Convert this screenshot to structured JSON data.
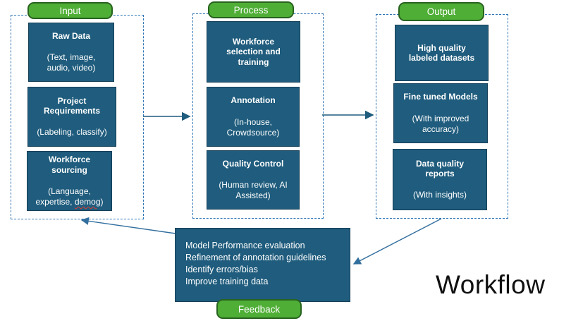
{
  "page": {
    "title": "Workflow"
  },
  "colors": {
    "box_teal": "#1F5C7D",
    "button_green": "#4FAE36",
    "button_border": "#286320",
    "dashed_border": "#2E74B5",
    "arrow_horizontal": "#1F5C7D",
    "arrow_diagonal": "#336F9E"
  },
  "columns": [
    {
      "label": "Input",
      "boxes": [
        {
          "title": "Raw Data",
          "subtitle": "(Text, image,\naudio, video)"
        },
        {
          "title": "Project\nRequirements",
          "subtitle": "(Labeling, classify)"
        },
        {
          "title": "Workforce\nsourcing",
          "subtitle_before": "(Language,\nexpertise, ",
          "subtitle_word": "demog",
          "subtitle_after": ")"
        }
      ]
    },
    {
      "label": "Process",
      "boxes": [
        {
          "title": "Workforce\nselection and\ntraining",
          "subtitle": ""
        },
        {
          "title": "Annotation",
          "subtitle": "(In-house,\nCrowdsource)"
        },
        {
          "title": "Quality Control",
          "subtitle": "(Human review, AI\nAssisted)"
        }
      ]
    },
    {
      "label": "Output",
      "boxes": [
        {
          "title": "High quality\nlabeled datasets",
          "subtitle": ""
        },
        {
          "title": "Fine tuned Models",
          "subtitle": "(With improved\naccuracy)"
        },
        {
          "title": "Data quality\nreports",
          "subtitle": "(With insights)"
        }
      ]
    }
  ],
  "feedback": {
    "label": "Feedback",
    "lines": [
      "Model Performance evaluation",
      "Refinement of annotation guidelines",
      "Identify errors/bias",
      "Improve training data"
    ]
  }
}
